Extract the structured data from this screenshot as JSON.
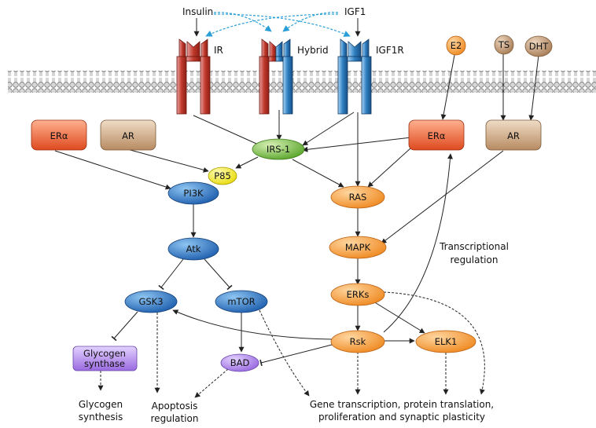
{
  "ligands": {
    "insulin": "Insulin",
    "igf1": "IGF1",
    "e2": "E2",
    "ts": "TS",
    "dht": "DHT"
  },
  "receptors": {
    "ir": "IR",
    "hybrid": "Hybrid",
    "igf1r": "IGF1R"
  },
  "nodes": {
    "er_alpha_left": "ERα",
    "ar_left": "AR",
    "er_alpha_right": "ERα",
    "ar_right": "AR",
    "irs1": "IRS-1",
    "p85": "P85",
    "pi3k": "PI3K",
    "atk": "Atk",
    "gsk3": "GSK3",
    "mtor": "mTOR",
    "glycogen_synthase_line1": "Glycogen",
    "glycogen_synthase_line2": "synthase",
    "bad": "BAD",
    "ras": "RAS",
    "mapk": "MAPK",
    "erks": "ERKs",
    "rsk": "Rsk",
    "elk1": "ELK1"
  },
  "annotations": {
    "transcriptional_line1": "Transcriptional",
    "transcriptional_line2": "regulation"
  },
  "outcomes": {
    "glycogen_line1": "Glycogen",
    "glycogen_line2": "synthesis",
    "apoptosis_line1": "Apoptosis",
    "apoptosis_line2": "regulation",
    "gene_line1": "Gene transcription, protein translation,",
    "gene_line2": "proliferation and synaptic plasticity"
  },
  "colors": {
    "ir_red": "#c0392b",
    "igf1r_blue": "#2e7fc1",
    "dashed_blue": "#2a9fd6",
    "orange": "#f39a3a",
    "green": "#7cc24a",
    "yellow": "#f5ef2a",
    "purple": "#a678e8",
    "blue_node": "#2b73c4",
    "er_red": "#e5552b",
    "tan": "#c49a72"
  }
}
